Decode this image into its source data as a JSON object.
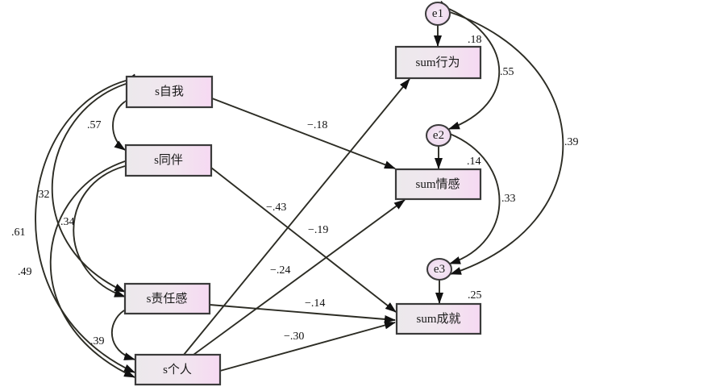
{
  "diagram": {
    "type": "structural-equation-model path diagram",
    "colors": {
      "box_fill_left": "#ece8ec",
      "box_fill_right": "#f6dcf2",
      "ellipse_fill": "#f3e2f3",
      "stroke": "#3a3a3a",
      "edge": "#2c2c24",
      "background": "#ffffff"
    },
    "exogenous": [
      {
        "id": "self",
        "label": "s自我"
      },
      {
        "id": "peer",
        "label": "s同伴"
      },
      {
        "id": "resp",
        "label": "s责任感"
      },
      {
        "id": "indiv",
        "label": "s个人"
      }
    ],
    "endogenous": [
      {
        "id": "behav",
        "label": "sum行为",
        "r2": ".18"
      },
      {
        "id": "emo",
        "label": "sum情感",
        "r2": ".14"
      },
      {
        "id": "achv",
        "label": "sum成就",
        "r2": ".25"
      }
    ],
    "errors": [
      {
        "id": "e1",
        "label": "e1",
        "target": "behav"
      },
      {
        "id": "e2",
        "label": "e2",
        "target": "emo"
      },
      {
        "id": "e3",
        "label": "e3",
        "target": "achv"
      }
    ],
    "paths": [
      {
        "from": "self",
        "to": "emo",
        "coef": "−.18"
      },
      {
        "from": "peer",
        "to": "achv",
        "coef": "−.19"
      },
      {
        "from": "indiv",
        "to": "behav",
        "coef": "−.43"
      },
      {
        "from": "indiv",
        "to": "emo",
        "coef": "−.24"
      },
      {
        "from": "resp",
        "to": "achv",
        "coef": "−.14"
      },
      {
        "from": "indiv",
        "to": "achv",
        "coef": "−.30"
      }
    ],
    "covariances": [
      {
        "a": "self",
        "b": "peer",
        "coef": ".57"
      },
      {
        "a": "self",
        "b": "resp",
        "coef": ".32"
      },
      {
        "a": "self",
        "b": "indiv",
        "coef": ".61"
      },
      {
        "a": "peer",
        "b": "resp",
        "coef": ".34"
      },
      {
        "a": "peer",
        "b": "indiv",
        "coef": ".49"
      },
      {
        "a": "resp",
        "b": "indiv",
        "coef": ".39"
      },
      {
        "a": "e1",
        "b": "e2",
        "coef": ".55"
      },
      {
        "a": "e1",
        "b": "e3",
        "coef": ".39"
      },
      {
        "a": "e2",
        "b": "e3",
        "coef": ".33"
      }
    ]
  }
}
